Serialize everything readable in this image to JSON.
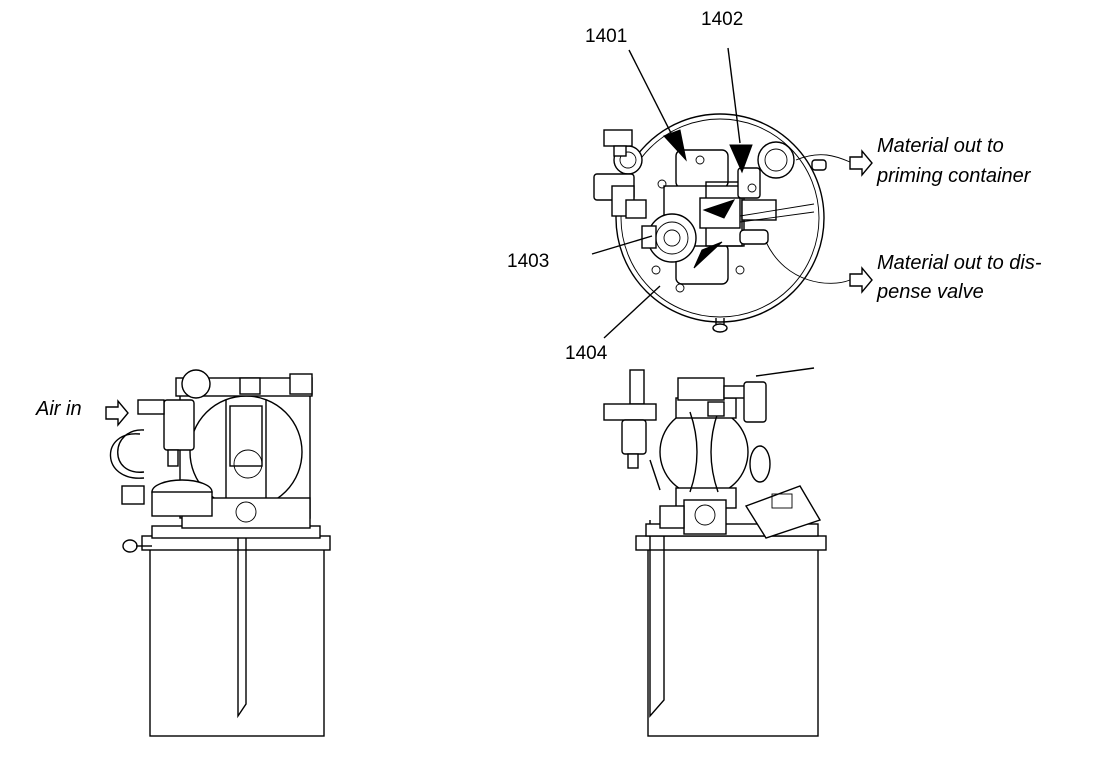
{
  "callouts": {
    "c1401": "1401",
    "c1402": "1402",
    "c1403": "1403",
    "c1404": "1404"
  },
  "labels": {
    "material_priming": [
      "Material out to",
      "priming container"
    ],
    "material_dispense": [
      "Material out to dis-",
      "pense valve"
    ],
    "air_in": "Air in"
  }
}
